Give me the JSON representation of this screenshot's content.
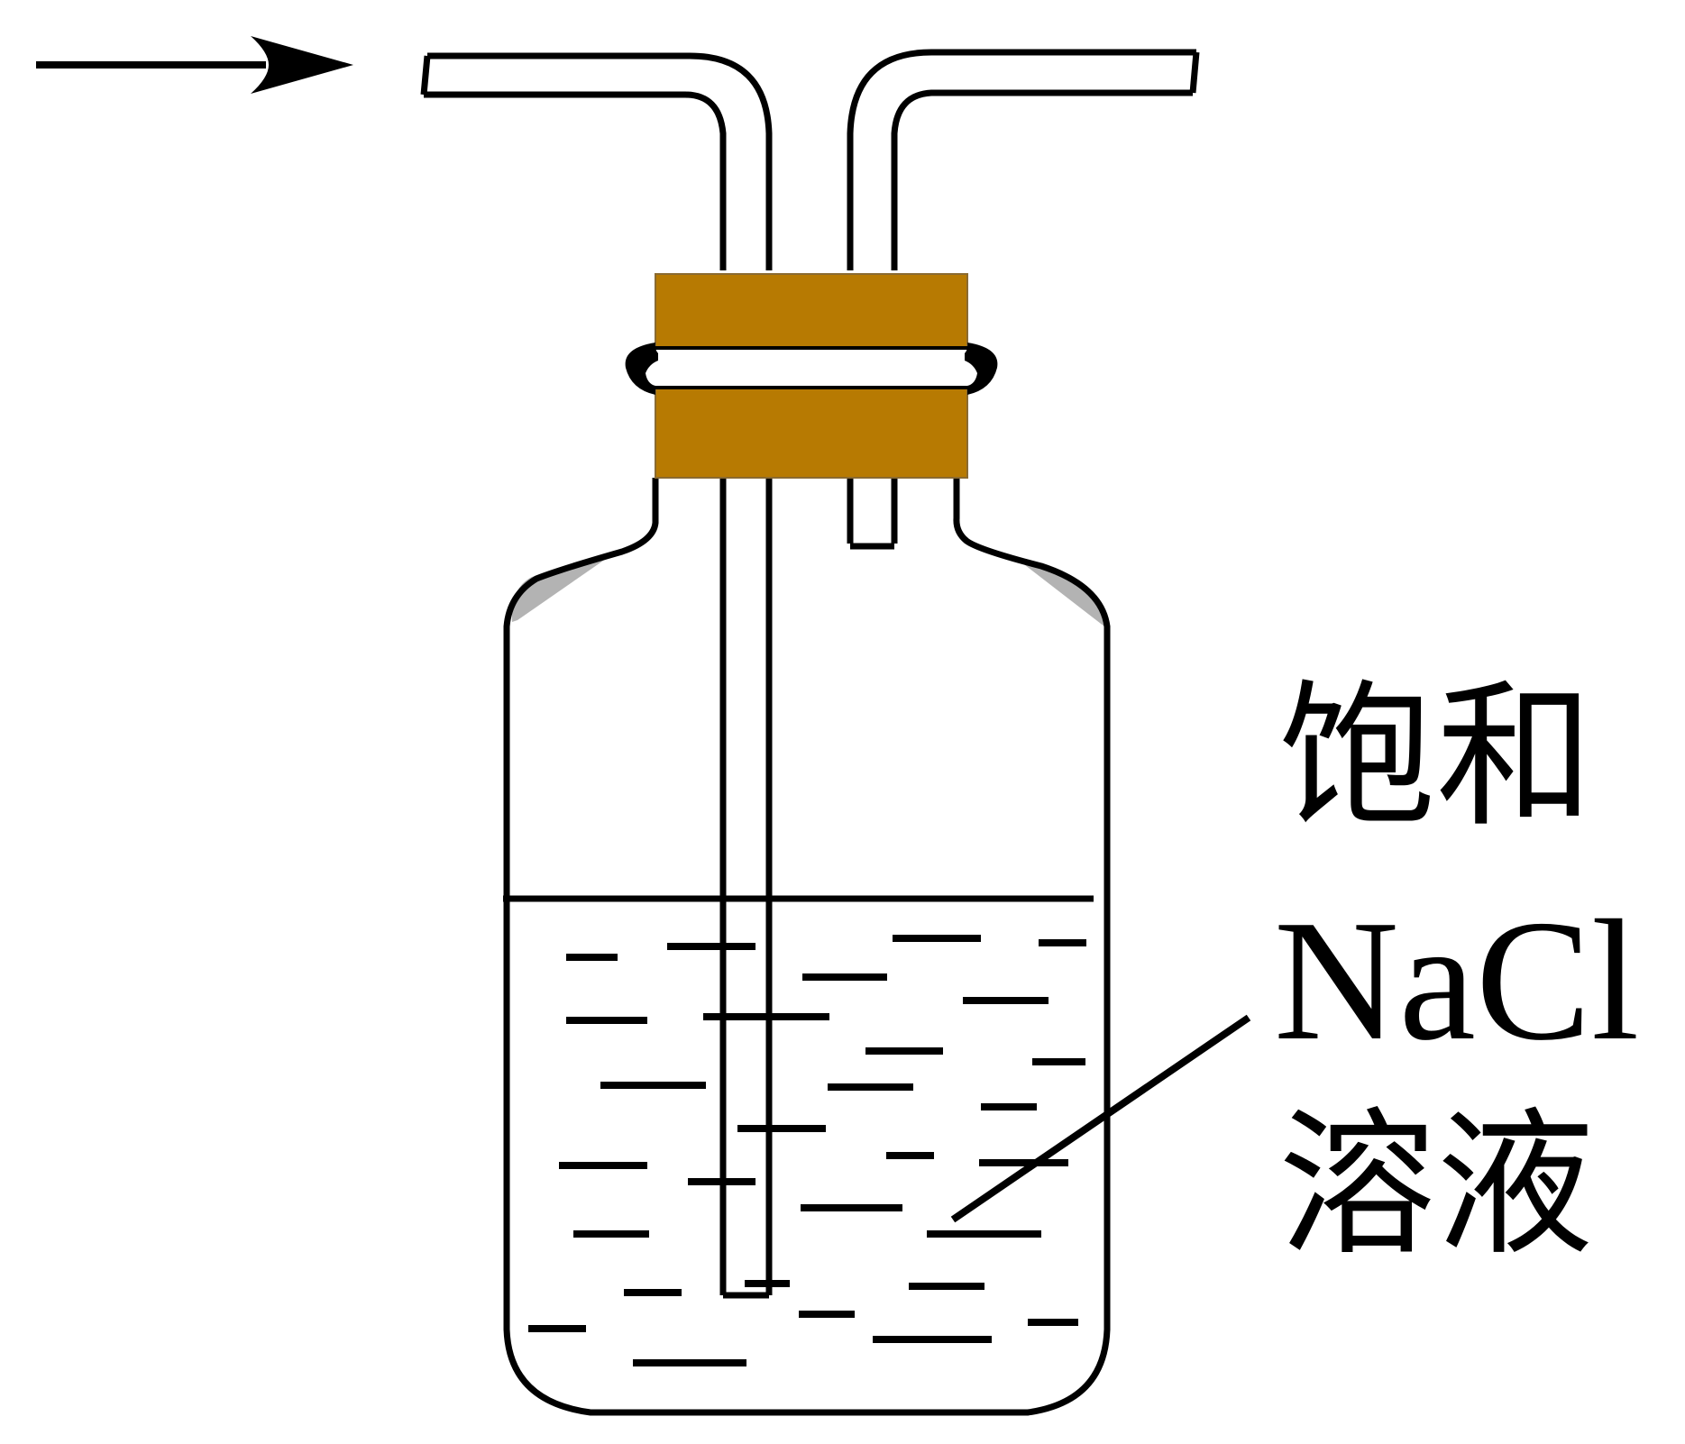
{
  "figure": {
    "label_line1": "饱和",
    "label_line2": "NaCl",
    "label_line3": "溶液"
  },
  "colors": {
    "stroke": "#000000",
    "stopper": "#B77A02",
    "shoulder_shade": "#B3B3B3",
    "background": "#FFFFFF"
  },
  "icons": [
    "flow-arrow-icon"
  ]
}
